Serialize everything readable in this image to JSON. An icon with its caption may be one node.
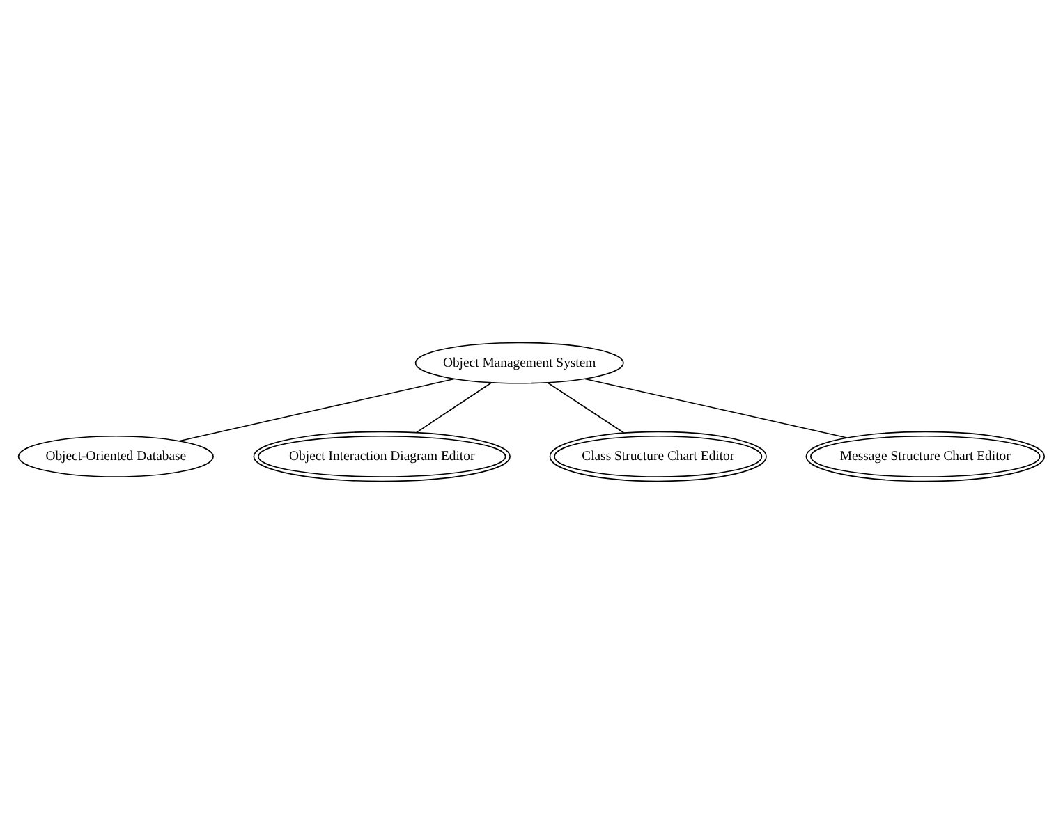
{
  "diagram": {
    "nodes": [
      {
        "text": [
          "Object-Oriented Database"
        ]
      },
      {
        "text": [
          "Object Management System"
        ]
      },
      {
        "text": [
          "Object Interaction Diagram Editor"
        ]
      },
      {
        "text": [
          "Class Structure Chart Editor"
        ]
      },
      {
        "text": [
          "Message Structure Chart Editor"
        ]
      }
    ],
    "edges": [
      {
        "from": 1,
        "to": 0,
        "arrow": "none"
      },
      {
        "from": 1,
        "to": 2,
        "arrow": "none"
      },
      {
        "from": 1,
        "to": 3,
        "arrow": "none"
      },
      {
        "from": 1,
        "to": 4,
        "arrow": "none"
      }
    ]
  }
}
